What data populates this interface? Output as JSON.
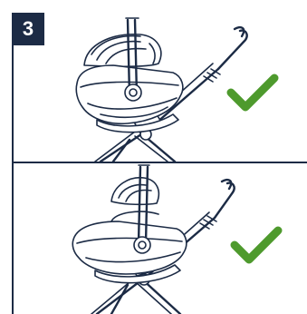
{
  "step": {
    "number": "3"
  },
  "panels": [
    {
      "status": "correct",
      "status_icon": "checkmark-icon",
      "status_color": "#4e9a2d"
    },
    {
      "status": "correct",
      "status_icon": "checkmark-icon",
      "status_color": "#4e9a2d"
    }
  ],
  "colors": {
    "ink": "#1c2b45",
    "check": "#4e9a2d",
    "background": "#ffffff"
  }
}
